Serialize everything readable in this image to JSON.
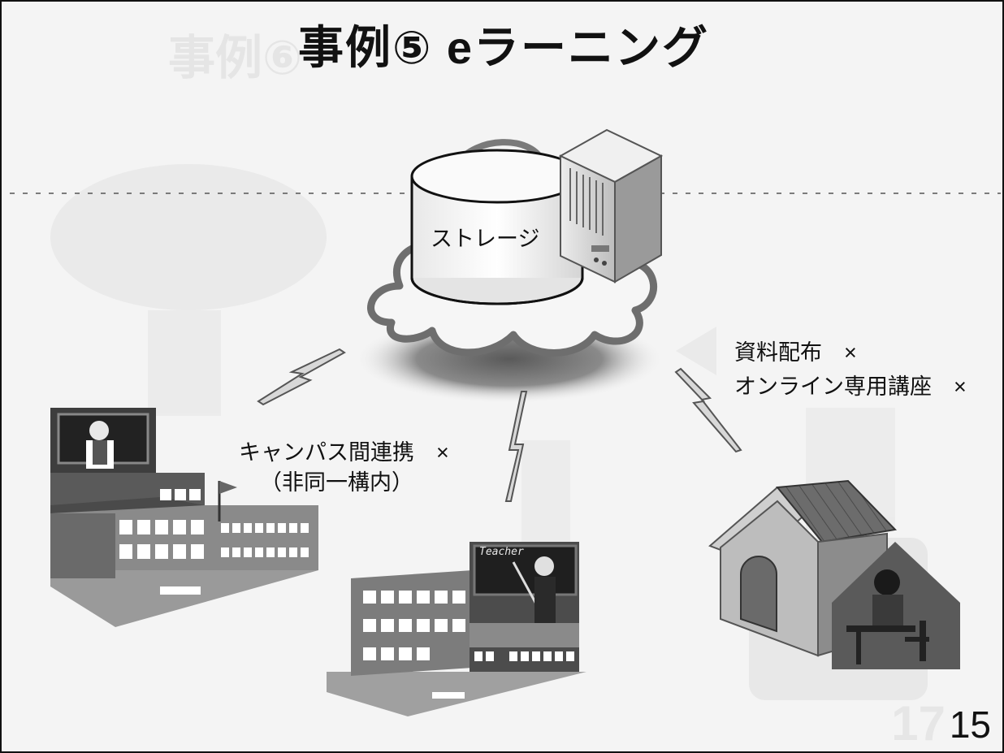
{
  "slide": {
    "title": "事例⑤ eラーニング",
    "page_number": "15"
  },
  "diagram": {
    "storage_label": "ストレージ",
    "campus_link": {
      "text": "キャンパス間連携　×",
      "sub": "（非同一構内）"
    },
    "distribution": {
      "line1": "資料配布　×",
      "line2": "オンライン専用講座　×"
    },
    "teacher_board": "Teacher"
  }
}
